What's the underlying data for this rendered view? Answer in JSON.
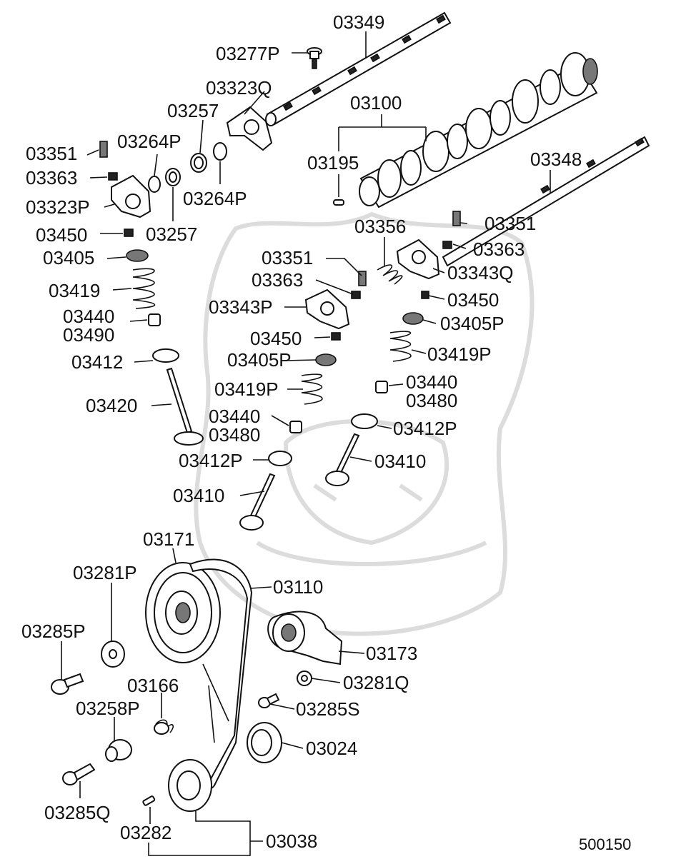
{
  "figure_number": "500150",
  "labels": {
    "l03349": "03349",
    "l03277P": "03277P",
    "l03323Q": "03323Q",
    "l03100": "03100",
    "l03257a": "03257",
    "l03351a": "03351",
    "l03264Pa": "03264P",
    "l03195": "03195",
    "l03348": "03348",
    "l03363a": "03363",
    "l03264Pb": "03264P",
    "l03323P": "03323P",
    "l03351b": "03351",
    "l03450a": "03450",
    "l03257b": "03257",
    "l03356": "03356",
    "l03363b": "03363",
    "l03405a": "03405",
    "l03351c": "03351",
    "l03343Q": "03343Q",
    "l03363c": "03363",
    "l03419a": "03419",
    "l03450b": "03450",
    "l03343P": "03343P",
    "l03440a": "03440",
    "l03405Pa": "03405P",
    "l03490": "03490",
    "l03450c": "03450",
    "l03419Pa": "03419P",
    "l03412": "03412",
    "l03405Pb": "03405P",
    "l03440b": "03440",
    "l03419Pb": "03419P",
    "l03480a": "03480",
    "l03420": "03420",
    "l03440c": "03440",
    "l03412Pa": "03412P",
    "l03480b": "03480",
    "l03412Pb": "03412P",
    "l03410a": "03410",
    "l03410b": "03410",
    "l03171": "03171",
    "l03281P": "03281P",
    "l03110": "03110",
    "l03285P": "03285P",
    "l03173": "03173",
    "l03281Q": "03281Q",
    "l03166": "03166",
    "l03258P": "03258P",
    "l03285S": "03285S",
    "l03024": "03024",
    "l03285Q": "03285Q",
    "l03282": "03282",
    "l03038": "03038"
  }
}
